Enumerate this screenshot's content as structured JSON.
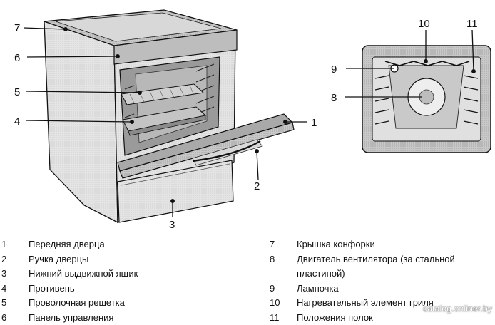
{
  "callouts": {
    "c1": "1",
    "c2": "2",
    "c3": "3",
    "c4": "4",
    "c5": "5",
    "c6": "6",
    "c7": "7",
    "c8": "8",
    "c9": "9",
    "c10": "10",
    "c11": "11"
  },
  "legend": {
    "left": [
      {
        "num": "1",
        "text": "Передняя дверца"
      },
      {
        "num": "2",
        "text": "Ручка дверцы"
      },
      {
        "num": "3",
        "text": "Нижний выдвижной ящик"
      },
      {
        "num": "4",
        "text": "Противень"
      },
      {
        "num": "5",
        "text": "Проволочная решетка"
      },
      {
        "num": "6",
        "text": "Панель управления"
      }
    ],
    "right": [
      {
        "num": "7",
        "text": "Крышка конфорки"
      },
      {
        "num": "8",
        "text": "Двигатель вентилятора (за стальной",
        "cont": "пластиной)"
      },
      {
        "num": "9",
        "text": "Лампочка"
      },
      {
        "num": "10",
        "text": "Нагревательный элемент гриля"
      },
      {
        "num": "11",
        "text": "Положения полок"
      }
    ]
  },
  "watermark": "catalog.onliner.by"
}
